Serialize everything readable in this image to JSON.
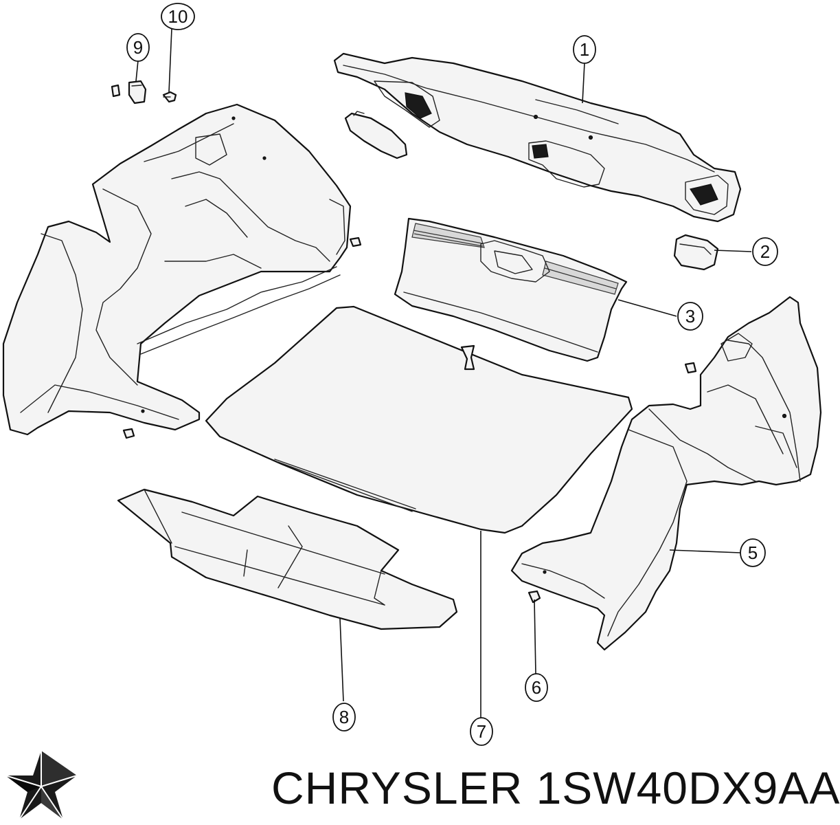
{
  "callouts": [
    {
      "id": "1",
      "label": "1"
    },
    {
      "id": "2",
      "label": "2"
    },
    {
      "id": "3",
      "label": "3"
    },
    {
      "id": "5",
      "label": "5"
    },
    {
      "id": "6",
      "label": "6"
    },
    {
      "id": "7",
      "label": "7"
    },
    {
      "id": "8",
      "label": "8"
    },
    {
      "id": "9",
      "label": "9"
    },
    {
      "id": "10",
      "label": "10"
    }
  ],
  "footer": {
    "brand": "CHRYSLER",
    "part_number": "1SW40DX9AA",
    "title": "CHRYSLER 1SW40DX9AA",
    "logo_icon": "chrysler-pentastar-icon"
  }
}
